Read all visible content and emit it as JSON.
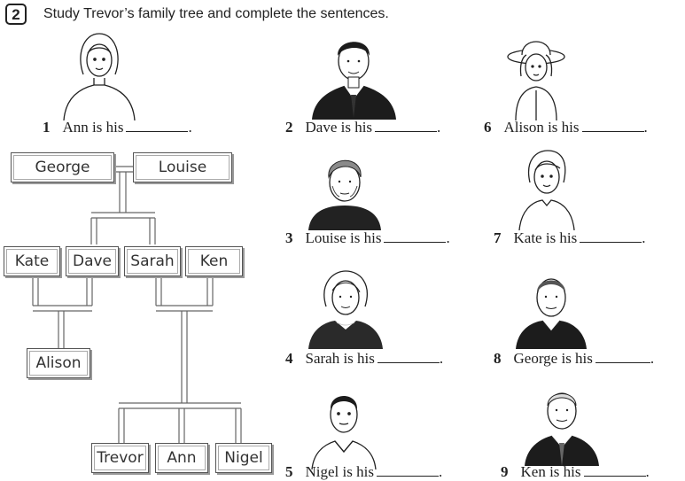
{
  "exercise": {
    "number": "2",
    "instruction": "Study Trevor’s family tree and complete the sentences."
  },
  "tree": {
    "george": "George",
    "louise": "Louise",
    "kate": "Kate",
    "dave": "Dave",
    "sarah": "Sarah",
    "ken": "Ken",
    "alison": "Alison",
    "trevor": "Trevor",
    "ann": "Ann",
    "nigel": "Nigel"
  },
  "sentences": [
    {
      "num": "1",
      "text": "Ann is his",
      "end": "."
    },
    {
      "num": "2",
      "text": "Dave is his",
      "end": "."
    },
    {
      "num": "3",
      "text": "Louise is his",
      "end": "."
    },
    {
      "num": "4",
      "text": "Sarah is his",
      "end": "."
    },
    {
      "num": "5",
      "text": "Nigel is his",
      "end": "."
    },
    {
      "num": "6",
      "text": "Alison is his",
      "end": "."
    },
    {
      "num": "7",
      "text": "Kate is his",
      "end": "."
    },
    {
      "num": "8",
      "text": "George is his",
      "end": "."
    },
    {
      "num": "9",
      "text": "Ken is his",
      "end": "."
    }
  ]
}
